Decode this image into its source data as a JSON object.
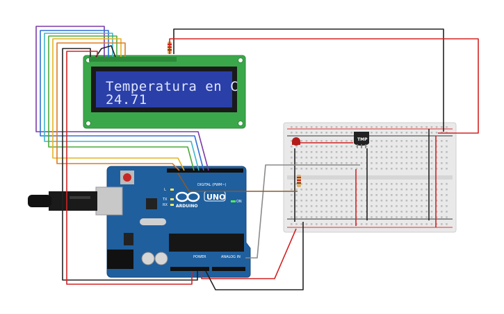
{
  "lcd": {
    "line1": "Temperatura en C",
    "line2": "24.71"
  },
  "arduino": {
    "logo": "UNO",
    "brand": "ARDUINO",
    "on_label": "ON",
    "tx_label": "TX",
    "rx_label": "RX",
    "l_label": "L",
    "digital_label": "DIGITAL (PWM~)",
    "power_label": "POWER",
    "analog_label": "ANALOG IN"
  },
  "sensor": {
    "label": "TMP"
  },
  "colors": {
    "board_blue": "#1f5f9e",
    "lcd_pcb": "#3aa84a",
    "lcd_screen": "#2a3fa8",
    "wire_red": "#d32222",
    "wire_black": "#222222",
    "wire_gray": "#8a8a8a",
    "wire_purple": "#7b3aa8",
    "wire_blue": "#2f6fd6",
    "wire_cyan": "#3fb6c8",
    "wire_green": "#4caa3a",
    "wire_yellow": "#e3b320",
    "wire_orange": "#e07a20",
    "wire_brown": "#8a5a2a"
  }
}
